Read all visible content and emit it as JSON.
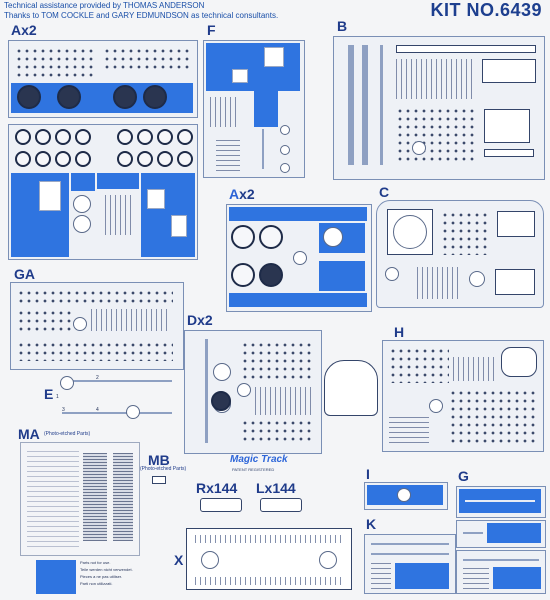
{
  "header": {
    "credit_line1": "Technical assistance provided by THOMAS ANDERSON",
    "credit_line2": "Thanks to TOM COCKLE and GARY EDMUNDSON as technical consultants.",
    "kit_number": "KIT NO.6439"
  },
  "sprues": {
    "Ax2_top": "Ax2",
    "F": "F",
    "B": "B",
    "Ax2_mid": "Ax2",
    "C": "C",
    "GA": "GA",
    "Dx2": "Dx2",
    "H": "H",
    "E": "E",
    "MA": "MA",
    "MA_sub": "(Photo-etched Parts)",
    "MB": "MB",
    "MB_sub": "(Photo-etched Parts)",
    "Rx144": "Rx144",
    "Lx144": "Lx144",
    "I": "I",
    "G": "G",
    "K": "K",
    "X": "X"
  },
  "magic_track": {
    "logo": "Magic Track",
    "sub": "PATENT REGISTERED"
  },
  "legend_note": [
    "Parts not for use.",
    "Teile werden nicht verwendet.",
    "Pieces a ne pas utiliser.",
    "Parti non utilizzati."
  ],
  "sprue_E_numbers": [
    "1",
    "2",
    "3",
    "4"
  ],
  "colors": {
    "unused_parts_blue": "#2f74e0",
    "text_navy": "#1f3b8a"
  }
}
